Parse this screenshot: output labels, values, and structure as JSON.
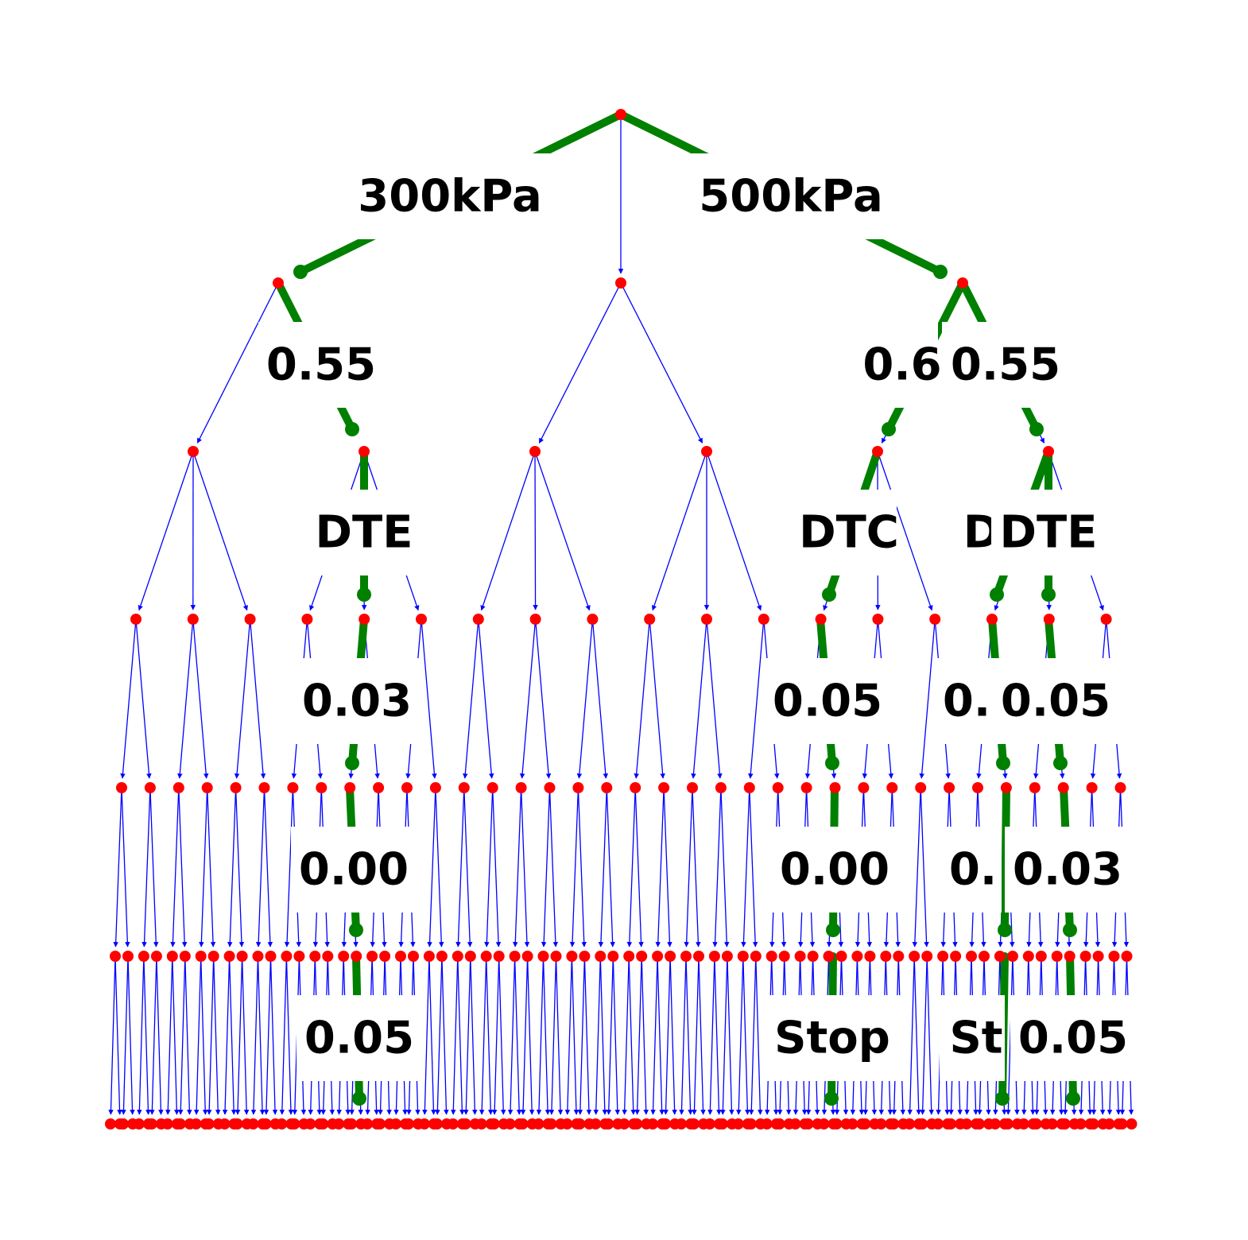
{
  "colors": {
    "node": "#ff0000",
    "edge": "#0000ff",
    "path": "#008000",
    "label_text": "#000000",
    "label_bg": "#ffffff"
  },
  "path_labels": [
    {
      "id": "l1a",
      "text": "300kPa"
    },
    {
      "id": "l1b",
      "text": "500kPa"
    },
    {
      "id": "l2a",
      "text": "0.55"
    },
    {
      "id": "l2b",
      "text": "0.6"
    },
    {
      "id": "l2c",
      "text": "0.55"
    },
    {
      "id": "l3a",
      "text": "DTE"
    },
    {
      "id": "l3b",
      "text": "DTC"
    },
    {
      "id": "l3c",
      "text": "D"
    },
    {
      "id": "l3d",
      "text": "DTE"
    },
    {
      "id": "l4a",
      "text": "0.03"
    },
    {
      "id": "l4b",
      "text": "0.05"
    },
    {
      "id": "l4c",
      "text": "0."
    },
    {
      "id": "l4d",
      "text": "0.05"
    },
    {
      "id": "l5a",
      "text": "0.00"
    },
    {
      "id": "l5b",
      "text": "0.00"
    },
    {
      "id": "l5c",
      "text": "0."
    },
    {
      "id": "l5d",
      "text": "0.03"
    },
    {
      "id": "l6a",
      "text": "0.05"
    },
    {
      "id": "l6b",
      "text": "Stop"
    },
    {
      "id": "l6c",
      "text": "St"
    },
    {
      "id": "l6d",
      "text": "0.05"
    }
  ]
}
